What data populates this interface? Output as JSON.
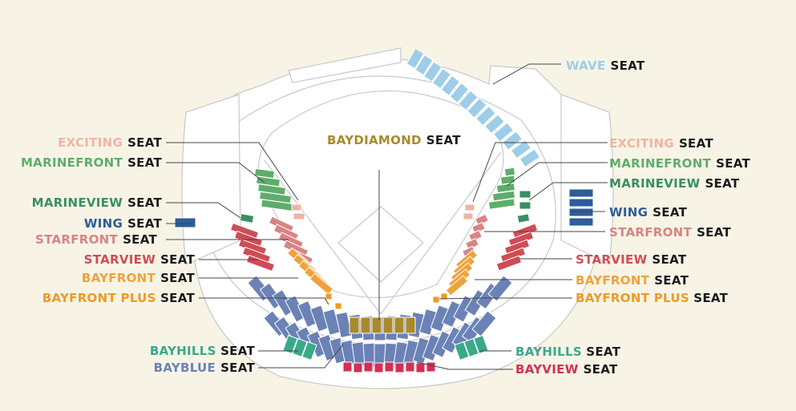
{
  "suffix": "SEAT",
  "colors": {
    "background": "#f7f4e6",
    "wave": "#9ecde8",
    "baydiamond": "#a88a2a",
    "exciting": "#eeb4a6",
    "marinefront": "#5fad6a",
    "marineview": "#3a8f61",
    "wing": "#2d5d9a",
    "starfront": "#d98384",
    "starview": "#cf4c56",
    "bayfront": "#efa23c",
    "bayfront_plus": "#ef9a22",
    "bayhills": "#3aa98a",
    "bayblue": "#6b82b6",
    "bayview": "#d23055",
    "stand_line": "#c8c8c8"
  },
  "labels": {
    "wave": "WAVE",
    "baydiamond": "BAYDIAMOND",
    "exciting_left": "EXCITING",
    "exciting_right": "EXCITING",
    "marinefront_left": "MARINEFRONT",
    "marinefront_right": "MARINEFRONT",
    "marineview_left": "MARINEVIEW",
    "marineview_right": "MARINEVIEW",
    "wing_left": "WING",
    "wing_right": "WING",
    "starfront_left": "STARFRONT",
    "starfront_right": "STARFRONT",
    "starview_left": "STARVIEW",
    "starview_right": "STARVIEW",
    "bayfront_left": "BAYFRONT",
    "bayfront_right": "BAYFRONT",
    "bayfront_plus_left": "BAYFRONT PLUS",
    "bayfront_plus_right": "BAYFRONT PLUS",
    "bayhills_left": "BAYHILLS",
    "bayhills_right": "BAYHILLS",
    "bayblue": "BAYBLUE",
    "bayview": "BAYVIEW"
  }
}
